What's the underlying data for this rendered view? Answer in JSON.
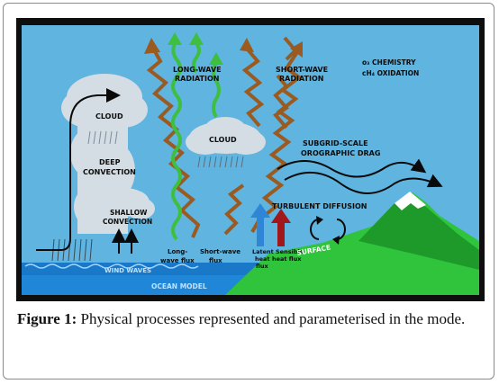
{
  "diagram": {
    "labels": {
      "long_wave_radiation_1": "LONG-WAVE",
      "long_wave_radiation_2": "RADIATION",
      "short_wave_radiation_1": "SHORT-WAVE",
      "short_wave_radiation_2": "RADIATION",
      "chemistry": "o₃ CHEMISTRY",
      "oxidation": "cH₄ OXIDATION",
      "cloud_left": "CLOUD",
      "cloud_center": "CLOUD",
      "deep_convection_1": "DEEP",
      "deep_convection_2": "CONVECTION",
      "shallow_convection_1": "SHALLOW",
      "shallow_convection_2": "CONVECTION",
      "subgrid_1": "SUBGRID-SCALE",
      "subgrid_2": "OROGRAPHIC DRAG",
      "turbulent_diffusion": "TURBULENT DIFFUSION",
      "long_wave_flux_1": "Long-",
      "long_wave_flux_2": "wave flux",
      "short_wave_flux_1": "Short-wave",
      "short_wave_flux_2": "flux",
      "latent_heat_1": "Latent",
      "latent_heat_2": "heat",
      "latent_heat_3": "flux",
      "sensible_heat_1": "Sensible",
      "sensible_heat_2": "heat flux",
      "wind_waves": "WIND WAVES",
      "surface": "SURFACE",
      "ocean_model": "OCEAN MODEL"
    },
    "colors": {
      "sky": "#5fb4e0",
      "ocean": "#1a78c8",
      "land": "#2fc43c",
      "mountain": "#1e9a2a",
      "snow": "#ffffff",
      "longwave": "#3fbf3f",
      "shortwave": "#9a5a20",
      "latent_arrow": "#2f86d6",
      "sensible_arrow": "#a0181c",
      "cloud": "#d4dde3"
    }
  },
  "caption": {
    "prefix": "Figure 1:",
    "text": " Physical processes represented and parameterised in the mode."
  }
}
